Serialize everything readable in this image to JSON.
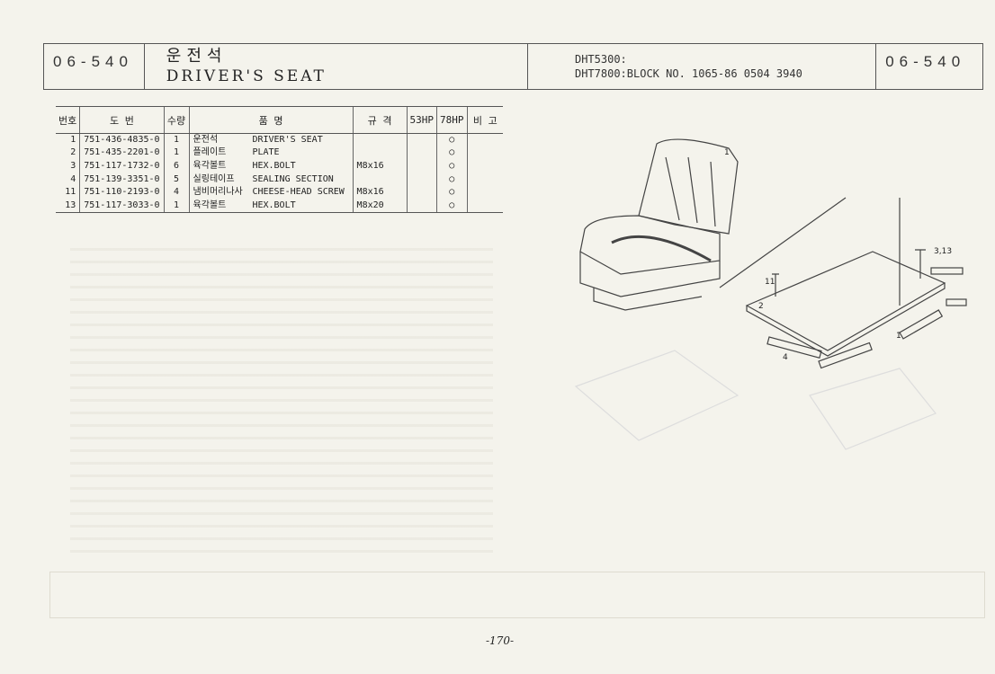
{
  "header": {
    "code_left": "06-540",
    "title_ko": "운전석",
    "title_en": "DRIVER'S SEAT",
    "model_line1": "DHT5300:",
    "model_line2": "DHT7800:BLOCK NO. 1065-86 0504 3940",
    "code_right": "06-540"
  },
  "table": {
    "columns": [
      "번호",
      "도    번",
      "수량",
      "품        명",
      "규 격",
      "53HP",
      "78HP",
      "비 고"
    ],
    "rows": [
      {
        "no": "1",
        "part": "751-436-4835-0",
        "qty": "1",
        "name_ko": "운전석",
        "name_en": "DRIVER'S SEAT",
        "spec": "",
        "hp53": "",
        "hp78": "○"
      },
      {
        "no": "2",
        "part": "751-435-2201-0",
        "qty": "1",
        "name_ko": "플레이트",
        "name_en": "PLATE",
        "spec": "",
        "hp53": "",
        "hp78": "○"
      },
      {
        "no": "3",
        "part": "751-117-1732-0",
        "qty": "6",
        "name_ko": "육각볼트",
        "name_en": "HEX.BOLT",
        "spec": "M8x16",
        "hp53": "",
        "hp78": "○"
      },
      {
        "no": "4",
        "part": "751-139-3351-0",
        "qty": "5",
        "name_ko": "실링테이프",
        "name_en": "SEALING SECTION",
        "spec": "",
        "hp53": "",
        "hp78": "○"
      },
      {
        "no": "11",
        "part": "751-110-2193-0",
        "qty": "4",
        "name_ko": "냄비머리나사",
        "name_en": "CHEESE-HEAD SCREW",
        "spec": "M8x16",
        "hp53": "",
        "hp78": "○"
      },
      {
        "no": "13",
        "part": "751-117-3033-0",
        "qty": "1",
        "name_ko": "육각볼트",
        "name_en": "HEX.BOLT",
        "spec": "M8x20",
        "hp53": "",
        "hp78": "○"
      }
    ]
  },
  "diagram": {
    "labels": [
      "1",
      "2",
      "3,13",
      "4",
      "11"
    ]
  },
  "page_number": "-170-"
}
